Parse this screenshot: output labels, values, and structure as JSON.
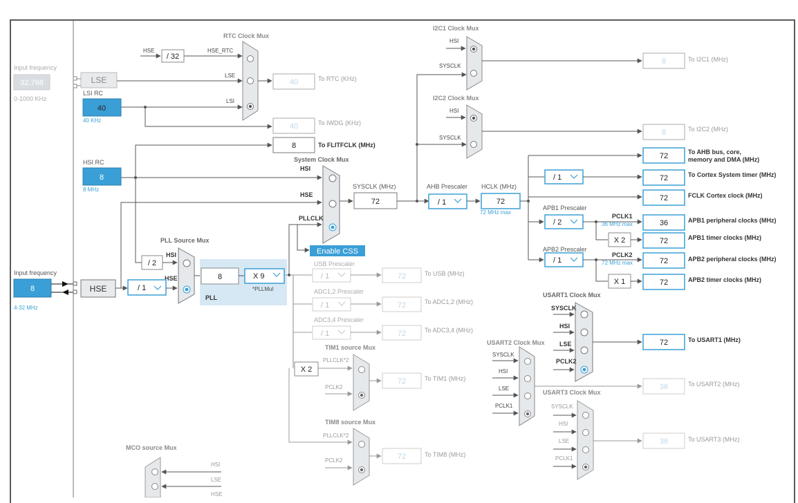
{
  "input_left": {
    "label": "Input frequency",
    "value": "32.768",
    "range": "0-1000 KHz",
    "lse": "LSE",
    "lsi_rc": "LSI RC",
    "lsi_value": "40",
    "lsi_unit": "40 KHz",
    "hsi_rc": "HSI RC",
    "hsi_value": "8",
    "hsi_unit": "8 MHz",
    "hse_input_label": "Input frequency",
    "hse_value": "8",
    "hse_range": "4-32 MHz",
    "hse": "HSE"
  },
  "rtc": {
    "title": "RTC Clock Mux",
    "hse_label": "HSE",
    "div": "/ 32",
    "hse_rtc": "HSE_RTC",
    "lse": "LSE",
    "lsi": "LSI",
    "rtc_value": "40",
    "rtc_out": "To RTC (KHz)",
    "iwdg_value": "40",
    "iwdg_out": "To IWDG (KHz)",
    "flit_value": "8",
    "flit_out": "To FLITFCLK (MHz)"
  },
  "sysmux": {
    "title": "System Clock Mux",
    "hsi": "HSI",
    "hse": "HSE",
    "pllclk": "PLLCLK",
    "enable_css": "Enable CSS",
    "sysclk_label": "SYSCLK (MHz)",
    "sysclk_value": "72"
  },
  "pll": {
    "title": "PLL Source Mux",
    "hsi": "HSI",
    "hse": "HSE",
    "div2": "/ 2",
    "prediv": "/ 1",
    "value": "8",
    "mul": "X 9",
    "mul_label": "*PLLMul",
    "pll_label": "PLL"
  },
  "ahb": {
    "label": "AHB Prescaler",
    "value": "/ 1",
    "hclk_label": "HCLK (MHz)",
    "hclk_value": "72",
    "hclk_max": "72 MHz max"
  },
  "i2c": {
    "i2c1_title": "I2C1 Clock Mux",
    "i2c2_title": "I2C2 Clock Mux",
    "hsi": "HSI",
    "sysclk": "SYSCLK",
    "i2c1_value": "8",
    "i2c1_out": "To I2C1 (MHz)",
    "i2c2_value": "8",
    "i2c2_out": "To I2C2 (MHz)"
  },
  "outputs": {
    "ahb_value": "72",
    "ahb_out_1": "To AHB bus, core,",
    "ahb_out_2": "memory and DMA (MHz)",
    "cortex_div": "/ 1",
    "cortex_value": "72",
    "cortex_out": "To Cortex System timer (MHz)",
    "fclk_value": "72",
    "fclk_out": "FCLK Cortex clock (MHz)",
    "apb1_label": "APB1 Prescaler",
    "apb1_div": "/ 2",
    "pclk1": "PCLK1",
    "pclk1_max": "36 MHz max",
    "apb1_value": "36",
    "apb1_out": "APB1 peripheral clocks (MHz)",
    "apb1_x": "X 2",
    "apb1_timer_value": "72",
    "apb1_timer_out": "APB1 timer clocks (MHz)",
    "apb2_label": "APB2 Prescaler",
    "apb2_div": "/ 1",
    "pclk2": "PCLK2",
    "pclk2_max": "72 MHz max",
    "apb2_value": "72",
    "apb2_out": "APB2 peripheral clocks (MHz)",
    "apb2_x": "X 1",
    "apb2_timer_value": "72",
    "apb2_timer_out": "APB2 timer clocks (MHz)"
  },
  "lower": {
    "usb_label": "USB Prescaler",
    "usb_div": "/ 1",
    "usb_value": "72",
    "usb_out": "To USB (MHz)",
    "adc12_label": "ADC1,2 Prescaler",
    "adc12_div": "/ 1",
    "adc12_value": "72",
    "adc12_out": "To ADC1,2 (MHz)",
    "adc34_label": "ADC3,4 Prescaler",
    "adc34_div": "/ 1",
    "adc34_value": "72",
    "adc34_out": "To ADC3,4 (MHz)",
    "x2": "X 2",
    "tim1_title": "TIM1 source Mux",
    "pllclk2": "PLLCLK*2",
    "pclk2": "PCLK2",
    "tim1_value": "72",
    "tim1_out": "To TIM1 (MHz)",
    "tim8_title": "TIM8 source Mux",
    "tim8_value": "72",
    "tim8_out": "To TIM8 (MHz)",
    "mco_title": "MCO source Mux",
    "mco_hsi": "HSI",
    "mco_lse": "LSE",
    "mco_hse": "HSE"
  },
  "usart": {
    "usart1_title": "USART1 Clock Mux",
    "sysclk": "SYSCLK",
    "hsi": "HSI",
    "lse": "LSE",
    "pclk2": "PCLK2",
    "usart1_value": "72",
    "usart1_out": "To USART1 (MHz)",
    "usart2_title": "USART2 Clock Mux",
    "pclk1": "PCLK1",
    "usart2_value": "36",
    "usart2_out": "To USART2 (MHz)",
    "usart3_title": "USART3 Clock Mux",
    "usart3_value": "36",
    "usart3_out": "To USART3 (MHz)"
  },
  "colors": {
    "accent": "#3a9fd6",
    "box_border": "#3a9fd6",
    "line": "#555555",
    "disabled": "#bbbbbb",
    "mux_fill": "#e6e9ec"
  }
}
